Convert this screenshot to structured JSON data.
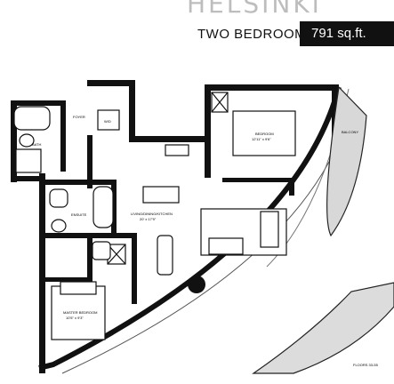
{
  "header": {
    "model_name": "HELSINKI",
    "unit_type": "TWO BEDROOM",
    "area": "791 sq.ft."
  },
  "plan": {
    "rooms": {
      "foyer": "FOYER",
      "bedroom": "BEDROOM",
      "bedroom_dims": "12'11\" x 9'6\"",
      "balcony": "BALCONY",
      "living": "LIVING/DINING/KITCHEN",
      "living_dims": "20' x 17'9\"",
      "ensuite": "ENSUITE",
      "bath": "BATH",
      "master": "MASTER BEDROOM",
      "master_dims": "10'5\" x 9'3\"",
      "wd": "W/D"
    },
    "floors": "FLOORS 33-55"
  }
}
